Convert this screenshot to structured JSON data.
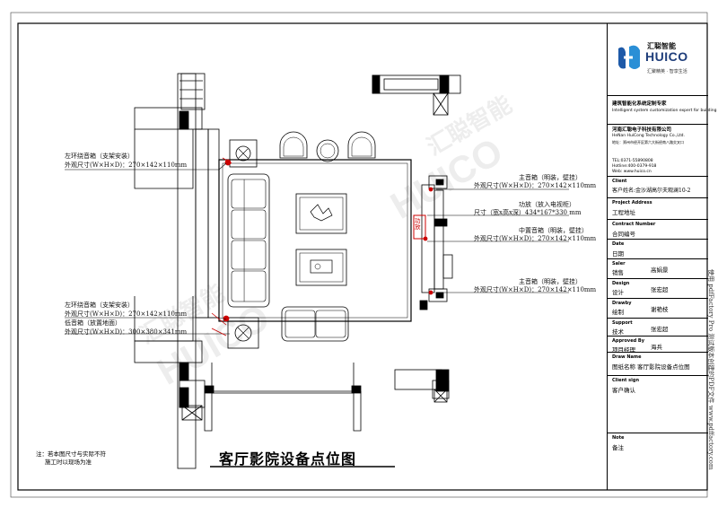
{
  "title": "客厅影院设备点位图",
  "notes": [
    "注：若本图尺寸与实际不符",
    "施工时以现场为准"
  ],
  "watermark": {
    "cn": "汇聪智能",
    "en": "HUICO"
  },
  "legend": [
    {
      "name": "左环绕音箱（支架安装）",
      "size": "外观尺寸(W×H×D)：270×142×110mm"
    },
    {
      "name": "左环绕音箱（支架安装）",
      "size": "外观尺寸(W×H×D)：270×142×110mm"
    },
    {
      "name": "低音箱（放置地面）",
      "size": "外观尺寸(W×H×D)：300×380×341mm"
    },
    {
      "name": "主音箱（明装，壁挂）",
      "size": "外观尺寸(W×H×D)：270×142×110mm"
    },
    {
      "name": "功放（放入电视柜）",
      "size": "尺寸（宽x高x深）434*167*330 mm"
    },
    {
      "name": "中置音箱（明装，壁挂）",
      "size": "外观尺寸(W×H×D)：270×142×110mm"
    },
    {
      "name": "主音箱（明装，壁挂）",
      "size": "外观尺寸(W×H×D)：270×142×110mm"
    }
  ],
  "amp_label": "功放",
  "title_block": {
    "brand_name": "汇聪智能",
    "brand_word": "HUICO",
    "brand_slogan": "汇聚精英 · 智享生活",
    "tagline_cn": "建筑智能化系统定制专家",
    "tagline_en": "Intelligent system customization expert for building",
    "company_cn": "河南汇聪电子科技有限公司",
    "company_en": "HeNan HuiCong Technology Co.,Ltd.",
    "address": "地址：郑州市经开区第六大街经南八路交叉口",
    "tel": "TEL:0371-55890808",
    "hotline": "Hotline:400-0379-918",
    "web": "Web: www.huico.cn",
    "client_label": "Client",
    "client_cn": "客户",
    "client_value": "客户姓名:金沙湖高尔夫观澜10-2",
    "address_label": "Project Address",
    "address_cn": "工程地址",
    "contract_label": "Contract Number",
    "contract_cn": "合同编号",
    "date_label": "Date",
    "date_cn": "日期",
    "sales_label": "Saler",
    "sales_cn": "销售",
    "sales_value": "高娟景",
    "design_label": "Design",
    "design_cn": "设计",
    "design_value": "张宏超",
    "drawby_label": "Drawby",
    "drawby_cn": "绘制",
    "drawby_value": "谢艳枝",
    "support_label": "Support",
    "support_cn": "技术",
    "support_value": "张宏超",
    "approved_label": "Approved By",
    "approved_cn": "项目经理",
    "approved_value": "海兵",
    "drawname_label": "Draw Name",
    "drawname_value": "图纸名称 客厅影院设备点位图",
    "sign_label": "Client sign",
    "sign_cn": "客户确认",
    "note_label": "Note",
    "note_cn": "备注"
  },
  "side_text": "使用 pdfFactory Pro 测试版本创建的PDF文件 www.pdffactory.com"
}
